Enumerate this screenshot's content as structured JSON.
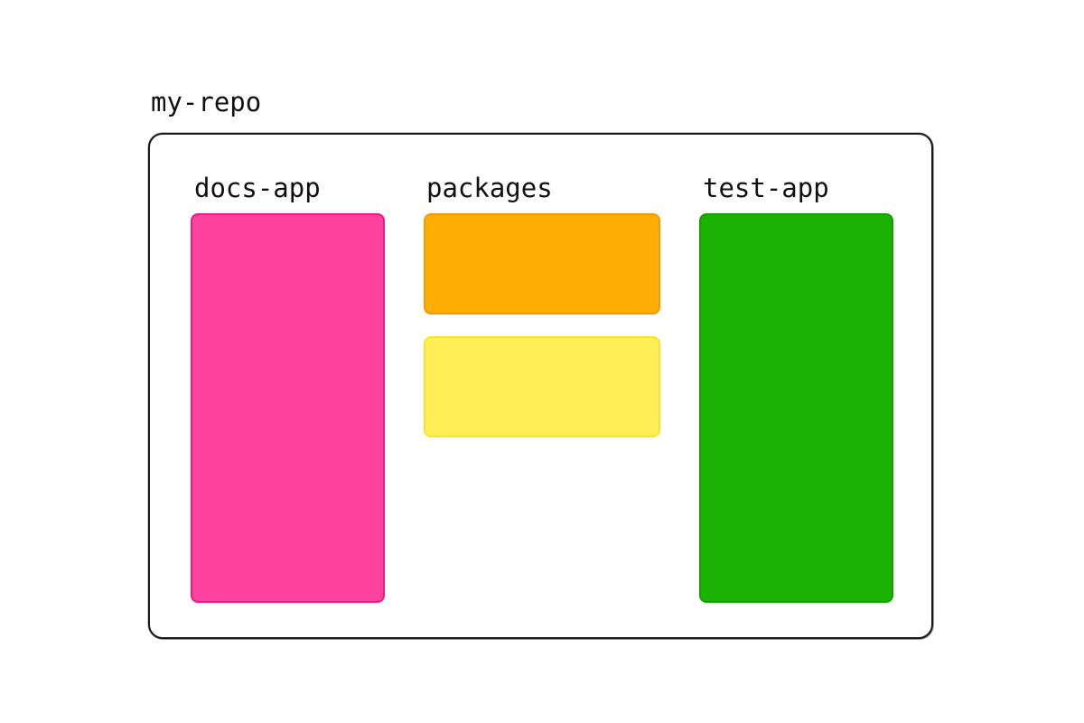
{
  "diagram": {
    "repo": {
      "label": "my-repo"
    },
    "columns": [
      {
        "label": "docs-app",
        "blocks": [
          {
            "fill": "#FF429E",
            "stroke": "#EE1A83"
          }
        ]
      },
      {
        "label": "packages",
        "blocks": [
          {
            "fill": "#FFAE06",
            "stroke": "#F49A05"
          },
          {
            "fill": "#FFEE55",
            "stroke": "#F9E42C"
          }
        ]
      },
      {
        "label": "test-app",
        "blocks": [
          {
            "fill": "#1BB203",
            "stroke": "#16A000"
          }
        ]
      }
    ]
  }
}
